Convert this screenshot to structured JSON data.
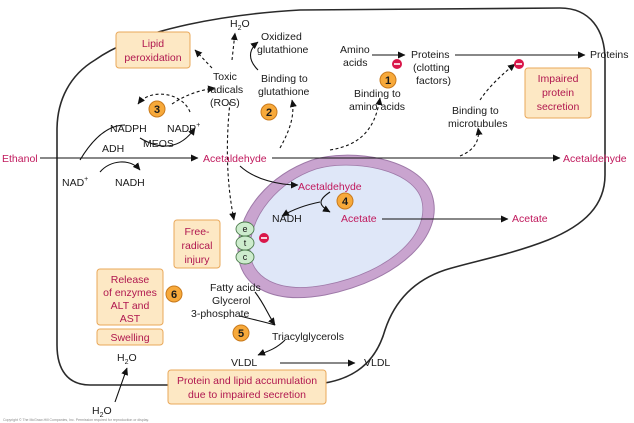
{
  "labels": {
    "ethanol": "Ethanol",
    "acetaldehyde_main": "Acetaldehyde",
    "acetaldehyde_right": "Acetaldehyde",
    "acetaldehyde_mito": "Acetaldehyde",
    "acetate_mito": "Acetate",
    "acetate_right": "Acetate",
    "adh": "ADH",
    "nad": "NAD",
    "nadh_left": "NADH",
    "nadph": "NADPH",
    "nadp": "NADP",
    "meos": "MEOS",
    "nadh_mito": "NADH",
    "h2o_top": "H",
    "oxidized_glutathione_1": "Oxidized",
    "oxidized_glutathione_2": "glutathione",
    "toxic_radicals_1": "Toxic",
    "toxic_radicals_2": "radicals",
    "toxic_radicals_3": "(ROS)",
    "binding_glutathione_1": "Binding to",
    "binding_glutathione_2": "glutathione",
    "amino_acids_1": "Amino",
    "amino_acids_2": "acids",
    "binding_amino_1": "Binding to",
    "binding_amino_2": "amino acids",
    "proteins_mid_1": "Proteins",
    "proteins_mid_2": "(clotting",
    "proteins_mid_3": "factors)",
    "proteins_right": "Proteins",
    "binding_micro_1": "Binding to",
    "binding_micro_2": "microtubules",
    "fatty_acids": "Fatty acids",
    "glycerol_1": "Glycerol",
    "glycerol_2": "3-phosphate",
    "triacylglycerols": "Triacylglycerols",
    "vldl_left": "VLDL",
    "vldl_right": "VLDL",
    "h2o_bottom_top": "H",
    "h2o_bottom": "H",
    "etc_e": "e",
    "etc_t": "t",
    "etc_c": "c",
    "copyright": "Copyright © The McGraw-Hill Companies, Inc. Permission required for reproduction or display."
  },
  "boxes": {
    "lipid_1": "Lipid",
    "lipid_2": "peroxidation",
    "impaired_1": "Impaired",
    "impaired_2": "protein",
    "impaired_3": "secretion",
    "free_1": "Free-",
    "free_2": "radical",
    "free_3": "injury",
    "release_1": "Release",
    "release_2": "of enzymes",
    "release_3": "ALT and",
    "release_4": "AST",
    "swelling": "Swelling",
    "accum_1": "Protein and lipid accumulation",
    "accum_2": "due to impaired secretion"
  },
  "badges": [
    "1",
    "2",
    "3",
    "4",
    "5",
    "6"
  ],
  "colors": {
    "magenta_text": "#c0185c",
    "box_fill": "#fde8c4",
    "box_border": "#e9a85a",
    "badge_fill": "#f7a93a",
    "mito_outer": "#c9a4cf",
    "mito_inner": "#dfe7f8",
    "etc_fill": "#cdeccd",
    "inhibit": "#d9174a"
  }
}
